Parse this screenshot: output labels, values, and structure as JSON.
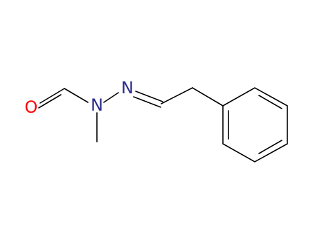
{
  "molecule": {
    "atoms": {
      "oxygen": {
        "symbol": "O",
        "color": "#ff0000"
      },
      "nitrogen_amide": {
        "symbol": "N",
        "color": "#2a2a8a"
      },
      "nitrogen_imine": {
        "symbol": "N",
        "color": "#2a2a8a"
      }
    },
    "bond_color": "#000000"
  }
}
